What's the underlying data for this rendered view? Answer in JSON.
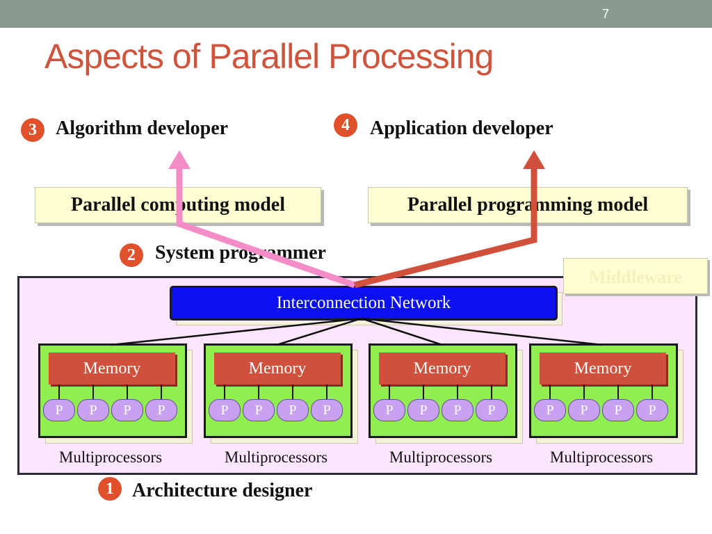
{
  "slide_number": "7",
  "title": "Aspects of Parallel Processing",
  "roles": {
    "algorithm_developer": {
      "badge": "3",
      "label": "Algorithm developer"
    },
    "application_developer": {
      "badge": "4",
      "label": "Application developer"
    },
    "system_programmer": {
      "badge": "2",
      "label": "System programmer"
    },
    "architecture_designer": {
      "badge": "1",
      "label": "Architecture designer"
    }
  },
  "models": {
    "computing": "Parallel computing model",
    "programming": "Parallel programming model"
  },
  "middleware": "Middleware",
  "network": "Interconnection Network",
  "multiprocessors": [
    {
      "memory": "Memory",
      "processors": [
        "P",
        "P",
        "P",
        "P"
      ],
      "label": "Multiprocessors"
    },
    {
      "memory": "Memory",
      "processors": [
        "P",
        "P",
        "P",
        "P"
      ],
      "label": "Multiprocessors"
    },
    {
      "memory": "Memory",
      "processors": [
        "P",
        "P",
        "P",
        "P"
      ],
      "label": "Multiprocessors"
    },
    {
      "memory": "Memory",
      "processors": [
        "P",
        "P",
        "P",
        "P"
      ],
      "label": "Multiprocessors"
    }
  ],
  "colors": {
    "title": "#d0533c",
    "badge": "#e0502a",
    "network": "#0a10f0",
    "multiprocessor": "#90ee50",
    "memory": "#d0503c",
    "processor": "#c8a2f0",
    "system_background": "#fde6fd",
    "arrow_pink": "#f48cc8",
    "arrow_red": "#d0503c"
  }
}
